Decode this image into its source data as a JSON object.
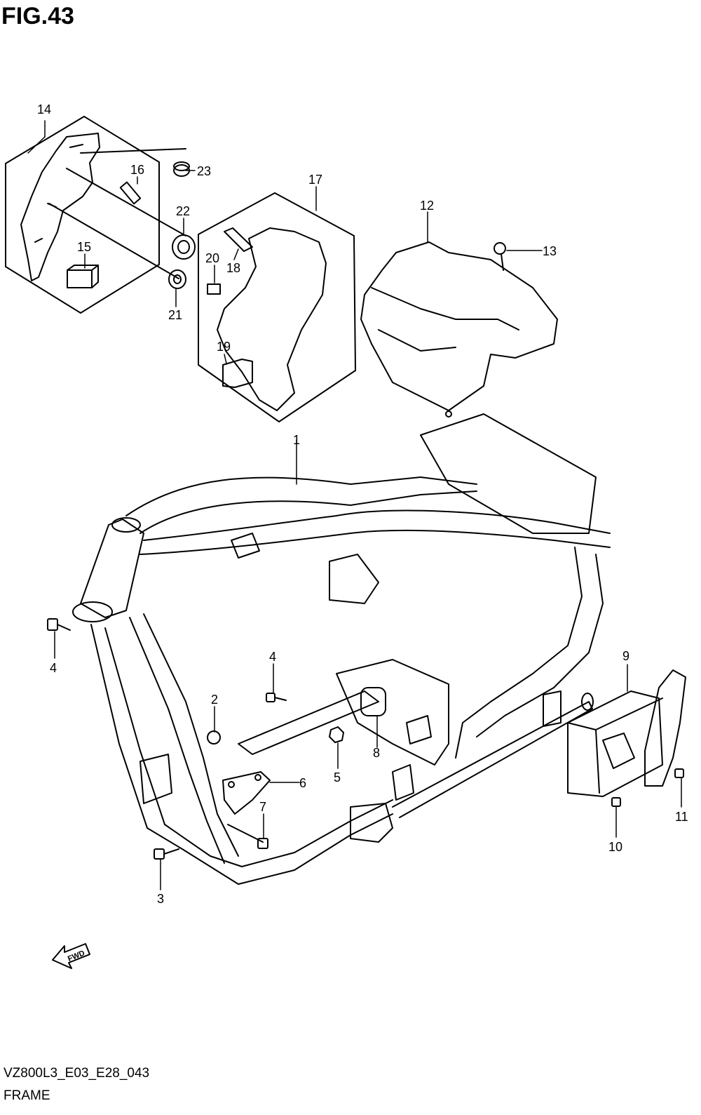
{
  "figure": {
    "title": "FIG.43",
    "code": "VZ800L3_E03_E28_043",
    "name": "FRAME",
    "fwd_label": "FWD"
  },
  "callouts": [
    "1",
    "2",
    "3",
    "4",
    "4",
    "5",
    "6",
    "7",
    "8",
    "9",
    "10",
    "11",
    "12",
    "13",
    "14",
    "15",
    "16",
    "17",
    "18",
    "19",
    "20",
    "21",
    "22",
    "23"
  ]
}
